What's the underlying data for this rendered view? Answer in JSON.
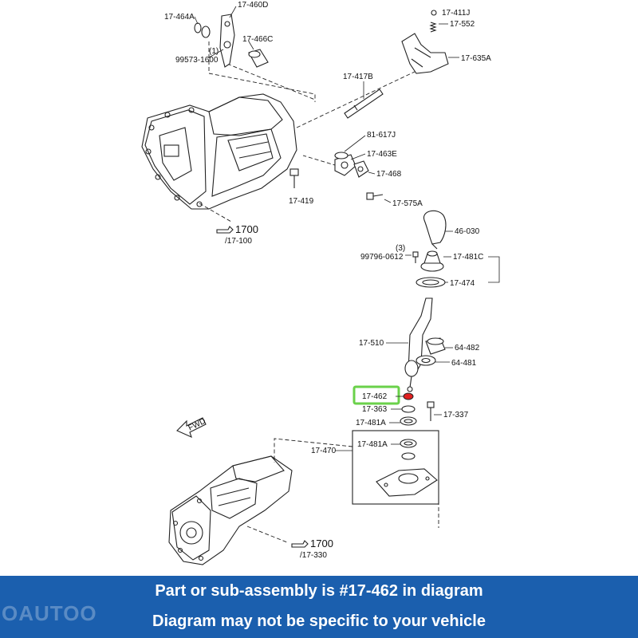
{
  "labels": {
    "p17_464A": "17-464A",
    "p17_460D": "17-460D",
    "p99573_1600": "99573-1600",
    "qty1": "(1)",
    "p17_466C": "17-466C",
    "p17_411J": "17-411J",
    "p17_552": "17-552",
    "p17_635A": "17-635A",
    "p17_417B": "17-417B",
    "p81_617J": "81-617J",
    "p17_463E": "17-463E",
    "p17_468": "17-468",
    "p17_419": "17-419",
    "p17_575A": "17-575A",
    "ref1700_top": "1700",
    "ref17_100": "/17-100",
    "p46_030": "46-030",
    "qty3": "(3)",
    "p99796_0612": "99796-0612",
    "p17_481C": "17-481C",
    "p17_474": "17-474",
    "p17_510": "17-510",
    "p64_482": "64-482",
    "p64_481": "64-481",
    "p17_462": "17-462",
    "p17_363": "17-363",
    "p17_337": "17-337",
    "p17_481A_a": "17-481A",
    "p17_470": "17-470",
    "p17_481A_b": "17-481A",
    "ref1700_bottom": "1700",
    "ref17_330": "/17-330",
    "fwd": "FWD"
  },
  "highlight": {
    "part": "17-462",
    "box_color": "#6ad14a",
    "part_color": "#e02020"
  },
  "banner": {
    "line1": "Part or sub-assembly is #17-462 in diagram",
    "line2": "Diagram may not be specific to your vehicle",
    "watermark": "OAUTOO",
    "color": "#1b5fae"
  }
}
